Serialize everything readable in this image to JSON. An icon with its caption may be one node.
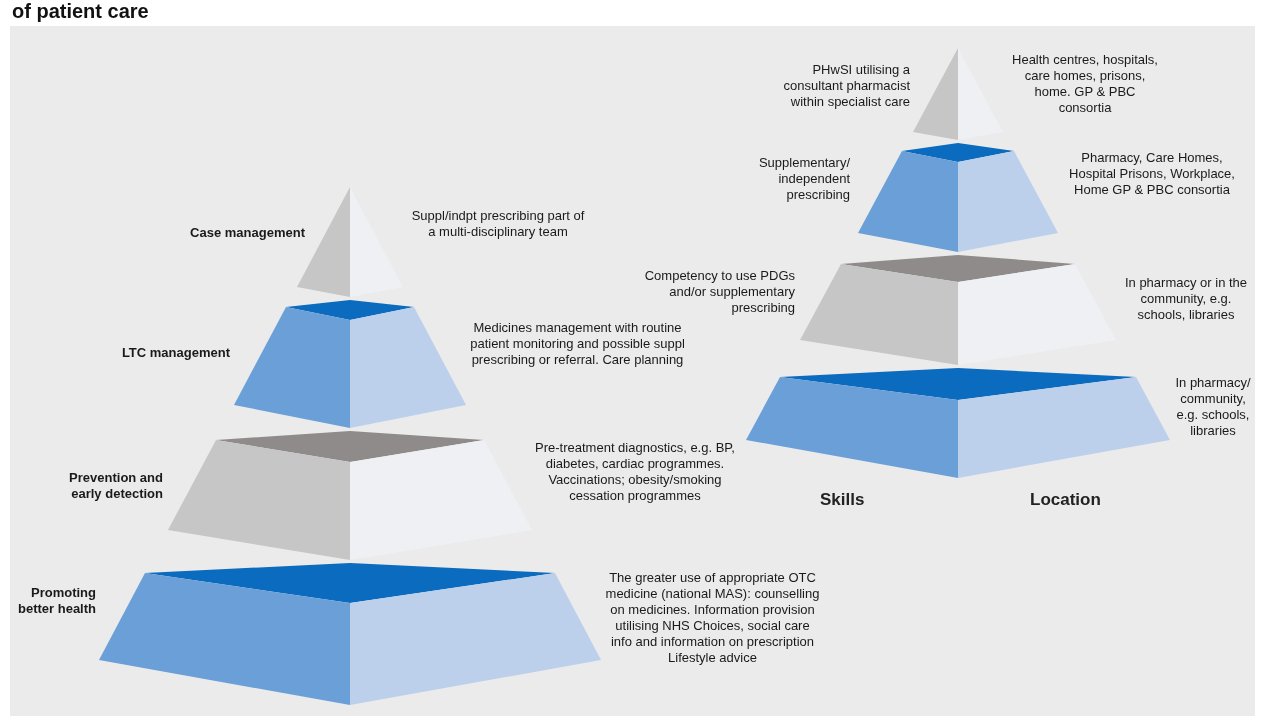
{
  "diagram": {
    "title": "of patient care",
    "nodes": [
      {
        "text": [
          "Case management"
        ],
        "beside": [
          "Suppl/indpt prescribing part of a multi-disciplinary team"
        ]
      },
      {
        "text": [
          "LTC management"
        ],
        "beside": [
          "Medicines management with routine patient monitoring and possible suppl prescribing or referral. Care planning"
        ]
      },
      {
        "text": [
          "Prevention and early detection"
        ],
        "beside": [
          "Pre-treatment diagnostics, e.g. BP, diabetes, cardiac programmes. Vaccinations; obesity/smoking cessation programmes"
        ]
      },
      {
        "text": [
          "Promoting better health"
        ],
        "beside": [
          "The greater use of appropriate OTC medicine (national MAS): counselling on medicines. Information provision utilising NHS Choices, social care info and information on prescription Lifestyle advice"
        ]
      },
      {
        "text": [
          "PHwSI utilising a consultant pharmacist within specialist care"
        ],
        "beside": [
          "Health centres, hospitals, care homes, prisons, home. GP & PBC consortia"
        ]
      },
      {
        "text": [
          "Supplementary/ independent prescribing"
        ],
        "beside": [
          "Pharmacy, Care Homes, Hospital Prisons, Workplace, Home GP & PBC consortia"
        ]
      },
      {
        "text": [
          "Competency to use PDGs and/or supplementary prescribing"
        ],
        "beside": [
          "In pharmacy or in the community, e.g. schools, libraries"
        ]
      },
      {
        "text": [],
        "shape": "trapezoid",
        "beside": [
          "In pharmacy/ community, e.g. schools, libraries"
        ]
      }
    ],
    "labels": [
      "Skills",
      "Location"
    ]
  }
}
